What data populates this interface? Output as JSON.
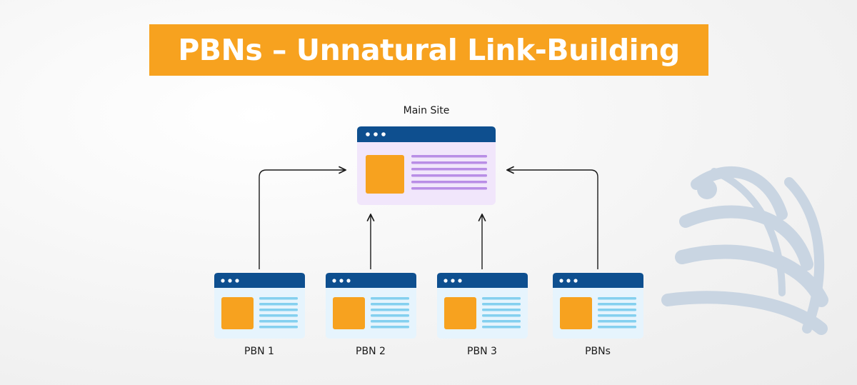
{
  "title": "PBNs – Unnatural Link-Building",
  "main_site": {
    "label": "Main Site"
  },
  "pbn_sites": [
    {
      "label": "PBN 1"
    },
    {
      "label": "PBN 2"
    },
    {
      "label": "PBN 3"
    },
    {
      "label": "PBNs"
    }
  ],
  "colors": {
    "banner": "#f7a21f",
    "window_header": "#0e4f8f",
    "main_body": "#f1e6fb",
    "main_lines": "#b98ee6",
    "pbn_body": "#e6f4fd",
    "pbn_lines": "#84d0ef",
    "image_block": "#f7a21f",
    "globe_watermark": "#c9d5e2"
  },
  "icons": [
    "browser-window-icon",
    "globe-watermark-icon",
    "arrow-icon"
  ]
}
